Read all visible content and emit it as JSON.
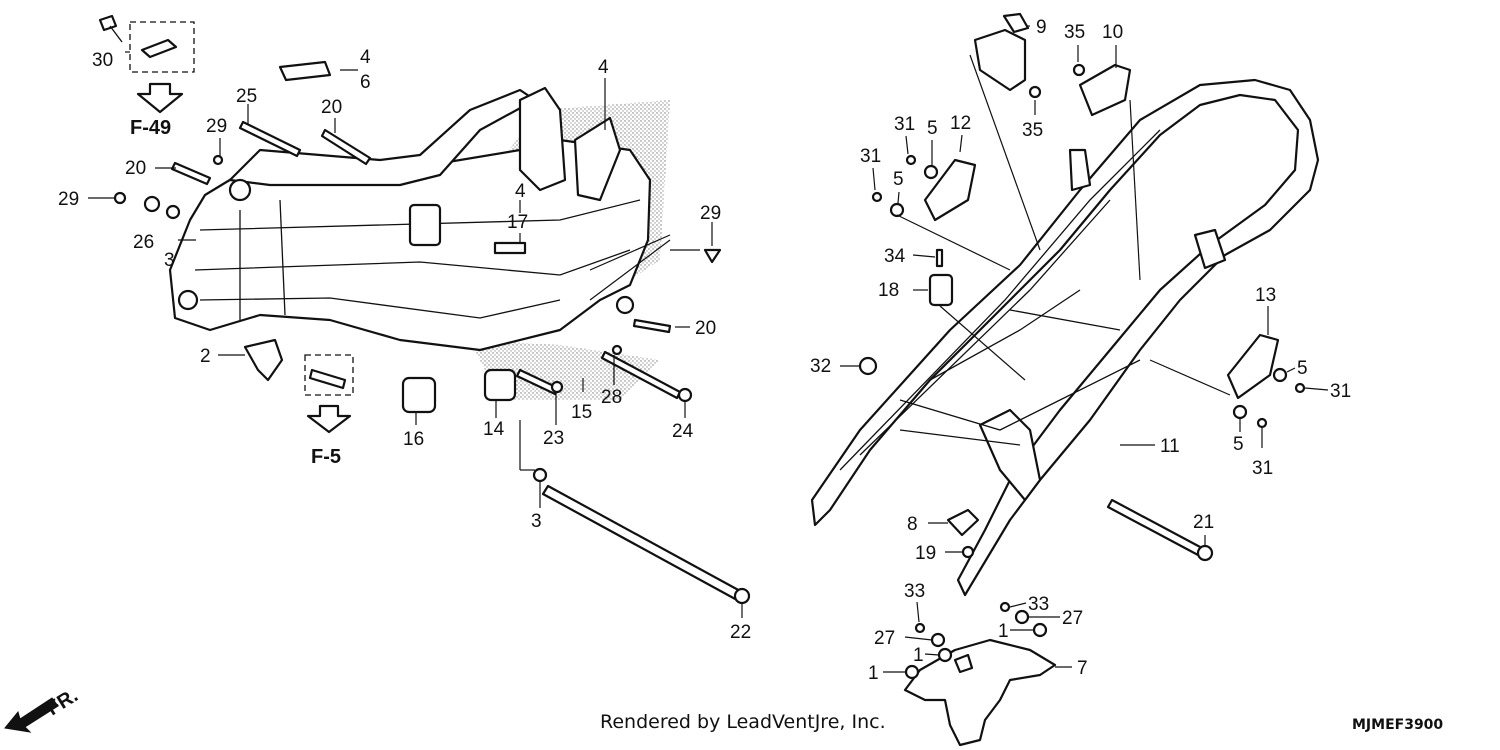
{
  "ref_labels": {
    "f49": "F-49",
    "f5": "F-5",
    "front": "FR."
  },
  "footer": {
    "credit": "Rendered by LeadVentJre, Inc.",
    "code": "MJMEF3900"
  },
  "callouts": [
    {
      "id": "c30a",
      "text": "30"
    },
    {
      "id": "c4a",
      "text": "4"
    },
    {
      "id": "c6",
      "text": "6"
    },
    {
      "id": "c4b",
      "text": "4"
    },
    {
      "id": "c25",
      "text": "25"
    },
    {
      "id": "c20a",
      "text": "20"
    },
    {
      "id": "c29a",
      "text": "29"
    },
    {
      "id": "c20b",
      "text": "20"
    },
    {
      "id": "c29b",
      "text": "29"
    },
    {
      "id": "c26",
      "text": "26"
    },
    {
      "id": "c3a",
      "text": "3"
    },
    {
      "id": "c4c",
      "text": "4"
    },
    {
      "id": "c17",
      "text": "17"
    },
    {
      "id": "c29c",
      "text": "29"
    },
    {
      "id": "c20c",
      "text": "20"
    },
    {
      "id": "c2",
      "text": "2"
    },
    {
      "id": "c16",
      "text": "16"
    },
    {
      "id": "c14",
      "text": "14"
    },
    {
      "id": "c23",
      "text": "23"
    },
    {
      "id": "c15",
      "text": "15"
    },
    {
      "id": "c28",
      "text": "28"
    },
    {
      "id": "c24",
      "text": "24"
    },
    {
      "id": "c3b",
      "text": "3"
    },
    {
      "id": "c22",
      "text": "22"
    },
    {
      "id": "c9",
      "text": "9"
    },
    {
      "id": "c35a",
      "text": "35"
    },
    {
      "id": "c10",
      "text": "10"
    },
    {
      "id": "c35b",
      "text": "35"
    },
    {
      "id": "c31a",
      "text": "31"
    },
    {
      "id": "c5a",
      "text": "5"
    },
    {
      "id": "c12",
      "text": "12"
    },
    {
      "id": "c31b",
      "text": "31"
    },
    {
      "id": "c5b",
      "text": "5"
    },
    {
      "id": "c34",
      "text": "34"
    },
    {
      "id": "c18",
      "text": "18"
    },
    {
      "id": "c13",
      "text": "13"
    },
    {
      "id": "c5c",
      "text": "5"
    },
    {
      "id": "c31c",
      "text": "31"
    },
    {
      "id": "c32",
      "text": "32"
    },
    {
      "id": "c11",
      "text": "11"
    },
    {
      "id": "c5d",
      "text": "5"
    },
    {
      "id": "c31d",
      "text": "31"
    },
    {
      "id": "c8",
      "text": "8"
    },
    {
      "id": "c21",
      "text": "21"
    },
    {
      "id": "c19",
      "text": "19"
    },
    {
      "id": "c33a",
      "text": "33"
    },
    {
      "id": "c33b",
      "text": "33"
    },
    {
      "id": "c27a",
      "text": "27"
    },
    {
      "id": "c27b",
      "text": "27"
    },
    {
      "id": "c1a",
      "text": "1"
    },
    {
      "id": "c1b",
      "text": "1"
    },
    {
      "id": "c1c",
      "text": "1"
    },
    {
      "id": "c7",
      "text": "7"
    }
  ]
}
